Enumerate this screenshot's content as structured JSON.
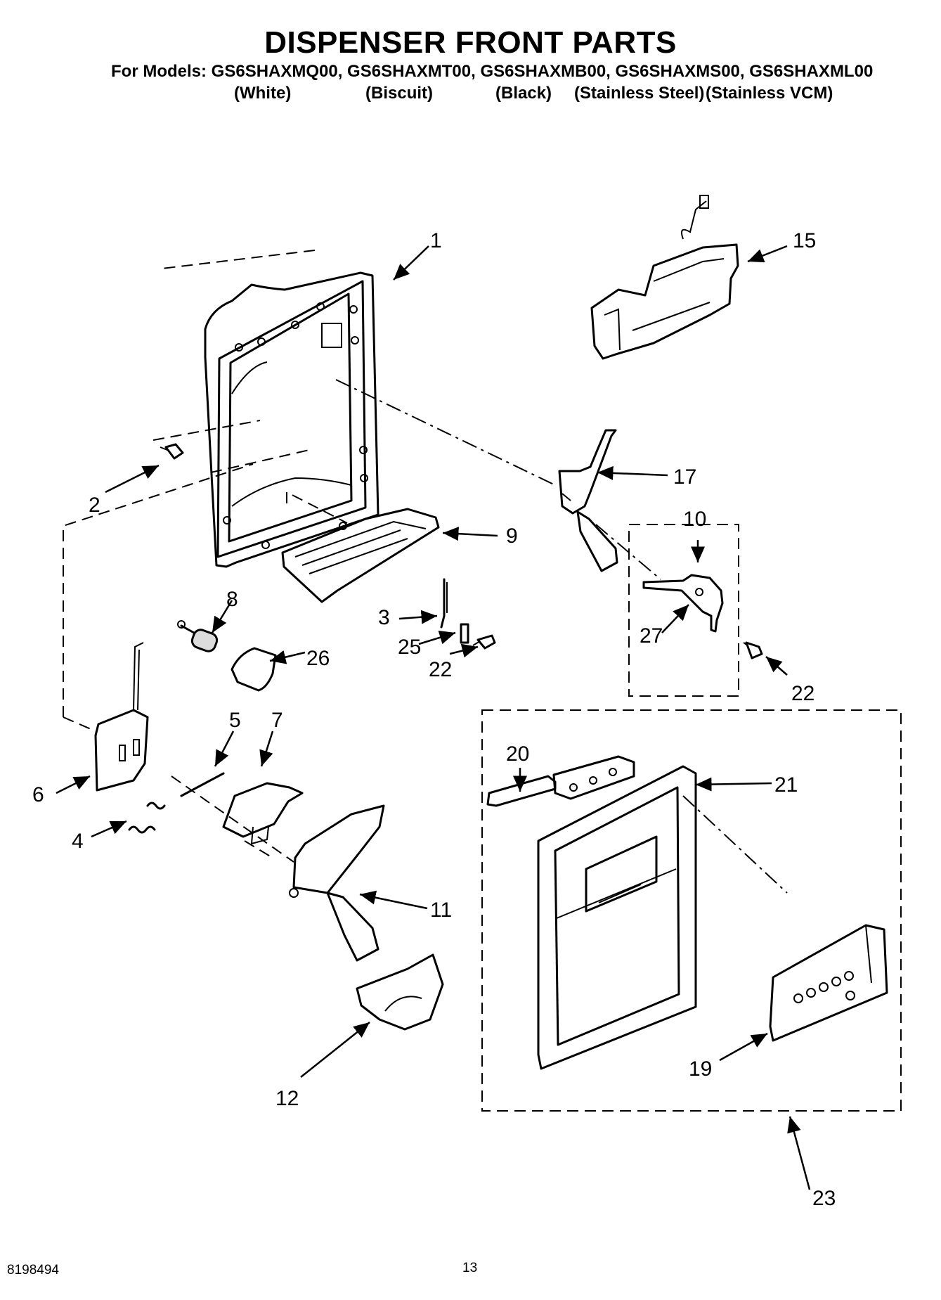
{
  "header": {
    "title": "DISPENSER FRONT PARTS",
    "models_line": "For Models: GS6SHAXMQ00, GS6SHAXMT00, GS6SHAXMB00, GS6SHAXMS00, GS6SHAXML00",
    "variants": [
      "(White)",
      "(Biscuit)",
      "(Black)",
      "(Stainless Steel)",
      "(Stainless VCM)"
    ]
  },
  "footer": {
    "doc_number": "8198494",
    "page_number": "13"
  },
  "callouts": [
    "1",
    "15",
    "2",
    "17",
    "9",
    "10",
    "8",
    "3",
    "27",
    "25",
    "22",
    "26",
    "22",
    "5",
    "7",
    "20",
    "21",
    "6",
    "4",
    "11",
    "19",
    "12",
    "23"
  ]
}
